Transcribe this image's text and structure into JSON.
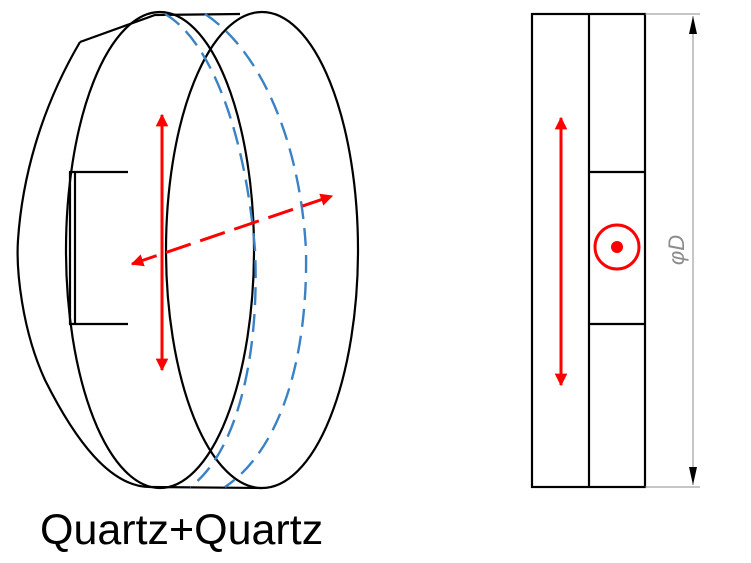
{
  "caption": "Quartz+Quartz",
  "dimension_label": "φD",
  "colors": {
    "outline": "#000000",
    "dashed_edge": "#3a82c4",
    "arrow": "#ff0000",
    "dimension": "#8c8c8c",
    "background": "#ffffff"
  },
  "icons": {
    "vertical_axis": "double-headed-arrow",
    "diagonal_axis": "dashed-double-headed-arrow",
    "out_of_plane_axis": "circle-dot"
  }
}
